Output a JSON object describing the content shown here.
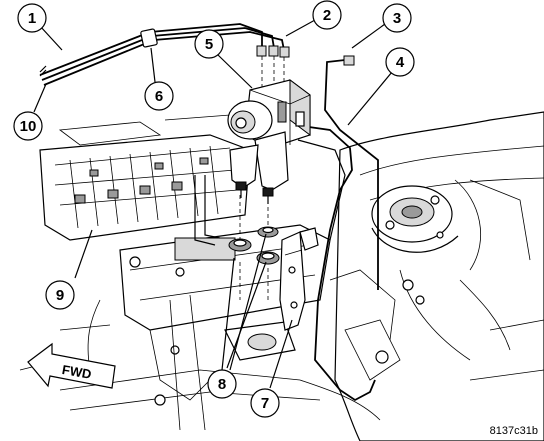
{
  "callouts": [
    {
      "id": "1",
      "part": "brake tubes bundle"
    },
    {
      "id": "2",
      "part": "brake tube fittings"
    },
    {
      "id": "3",
      "part": "brake tube"
    },
    {
      "id": "4",
      "part": "brake tube"
    },
    {
      "id": "5",
      "part": "ABS hydraulic control unit"
    },
    {
      "id": "6",
      "part": "tube clip"
    },
    {
      "id": "7",
      "part": "mounting bracket"
    },
    {
      "id": "8",
      "part": "isolator grommets"
    },
    {
      "id": "9",
      "part": "radiator support"
    },
    {
      "id": "10",
      "part": "brake tube ends"
    }
  ],
  "direction_label": "FWD",
  "figure_id": "8137c31b"
}
